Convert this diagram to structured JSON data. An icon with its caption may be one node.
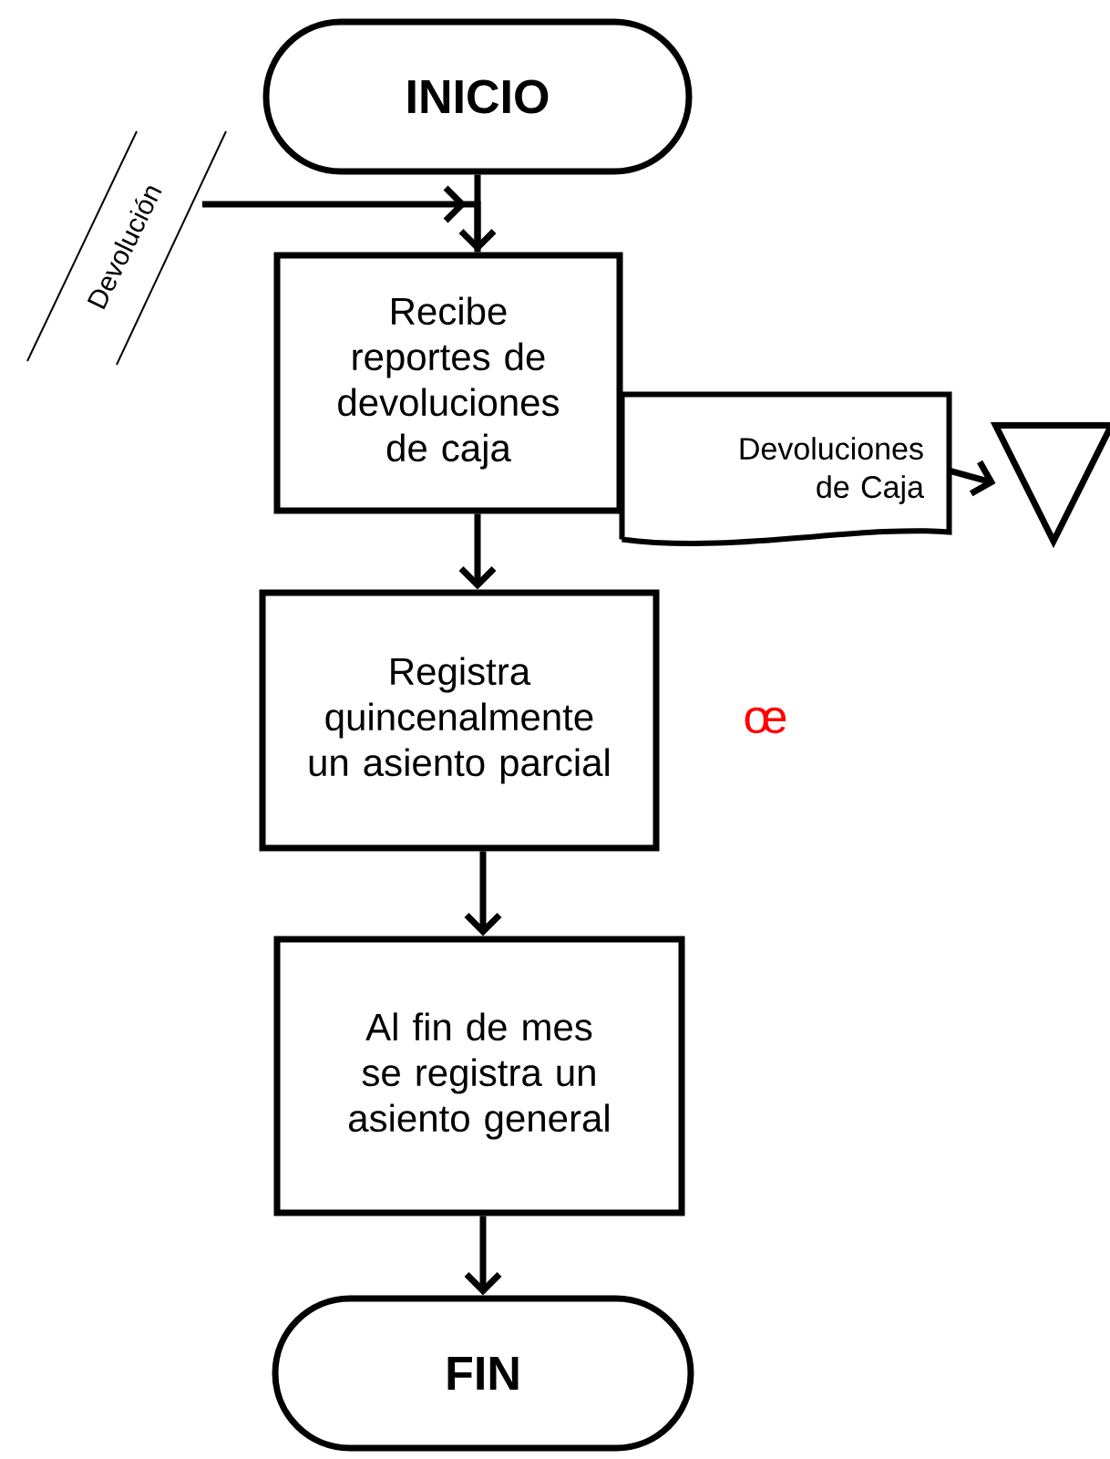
{
  "diagram": {
    "nodes": [
      {
        "text": [
          "INICIO"
        ]
      },
      {
        "text": [
          "Devolución"
        ]
      },
      {
        "text": [
          "Recibe reportes de devoluciones de caja"
        ]
      },
      {
        "text": [
          "Devoluciones de Caja"
        ]
      },
      {
        "text": [],
        "shape": "triangle"
      },
      {
        "text": [
          "Registra quincenalmente un asiento parcial"
        ]
      },
      {
        "text": [
          "Al fin de mes se registra un asiento general"
        ]
      },
      {
        "text": [
          "FIN"
        ]
      }
    ],
    "edges": [
      {
        "from": 0,
        "to": 2,
        "arrow": "to"
      },
      {
        "from": 1,
        "to": 2,
        "arrow": "to"
      },
      {
        "from": 2,
        "to": 5,
        "arrow": "to"
      },
      {
        "from": 3,
        "to": 4,
        "arrow": "to"
      },
      {
        "from": 5,
        "to": 6,
        "arrow": "to"
      },
      {
        "from": 6,
        "to": 7,
        "arrow": "to"
      }
    ],
    "labels": [
      "œ"
    ]
  }
}
